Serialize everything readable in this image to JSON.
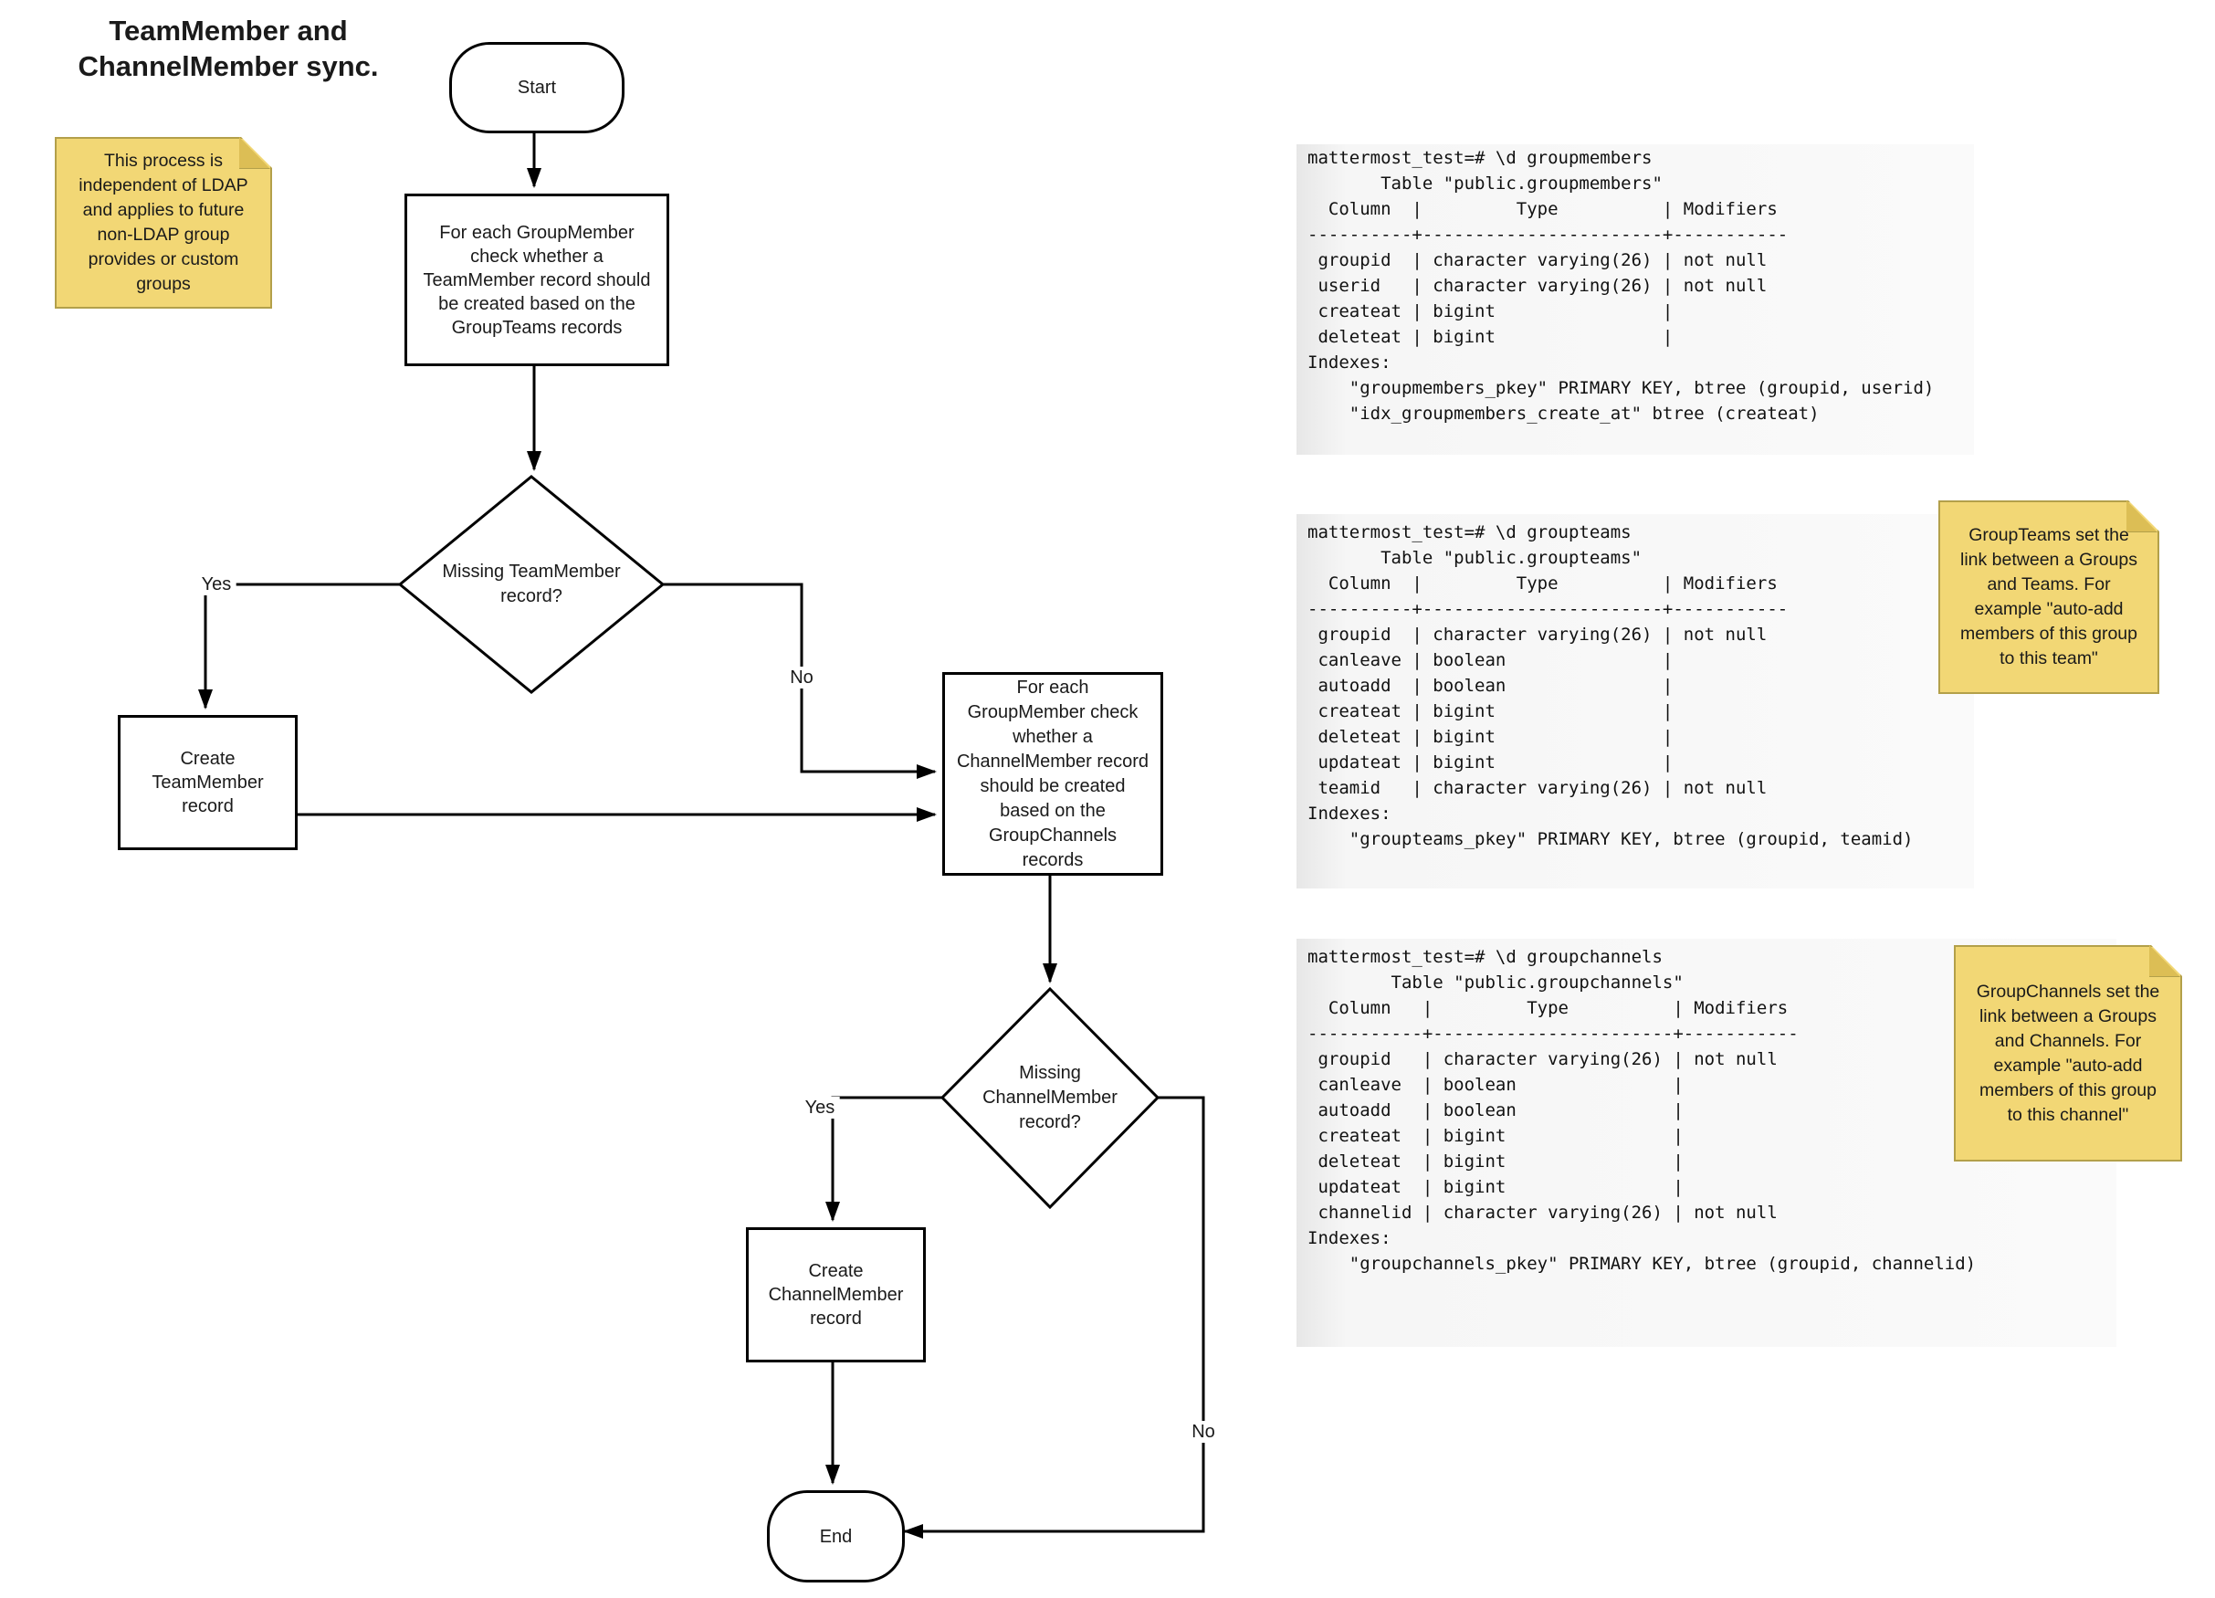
{
  "title": "TeamMember and\nChannelMember sync.",
  "notes": {
    "ldap": "This process is\nindependent of LDAP\nand applies to future\nnon-LDAP group\nprovides or custom\ngroups",
    "groupteams": "GroupTeams set the\nlink between a Groups\nand Teams. For\nexample \"auto-add\nmembers of this group\nto this team\"",
    "groupchannels": "GroupChannels set the\nlink between a Groups\nand Channels. For\nexample \"auto-add\nmembers of this group\nto this channel\""
  },
  "flowchart": {
    "start": "Start",
    "process_teammember": "For each GroupMember\ncheck whether a\nTeamMember record should\nbe created based on the\nGroupTeams records",
    "decision_teammember": "Missing TeamMember\nrecord?",
    "create_teammember": "Create\nTeamMember\nrecord",
    "process_channelmember": "For each\nGroupMember check\nwhether a\nChannelMember record\nshould be created\nbased on the\nGroupChannels\nrecords",
    "decision_channelmember": "Missing\nChannelMember\nrecord?",
    "create_channelmember": "Create\nChannelMember\nrecord",
    "end": "End",
    "labels": {
      "yes1": "Yes",
      "no1": "No",
      "yes2": "Yes",
      "no2": "No"
    }
  },
  "terminals": {
    "groupmembers": {
      "text": "mattermost_test=# \\d groupmembers\n       Table \"public.groupmembers\"\n  Column  |         Type          | Modifiers\n----------+-----------------------+-----------\n groupid  | character varying(26) | not null\n userid   | character varying(26) | not null\n createat | bigint                |\n deleteat | bigint                |\nIndexes:\n    \"groupmembers_pkey\" PRIMARY KEY, btree (groupid, userid)\n    \"idx_groupmembers_create_at\" btree (createat)"
    },
    "groupteams": {
      "text": "mattermost_test=# \\d groupteams\n       Table \"public.groupteams\"\n  Column  |         Type          | Modifiers\n----------+-----------------------+-----------\n groupid  | character varying(26) | not null\n canleave | boolean               |\n autoadd  | boolean               |\n createat | bigint                |\n deleteat | bigint                |\n updateat | bigint                |\n teamid   | character varying(26) | not null\nIndexes:\n    \"groupteams_pkey\" PRIMARY KEY, btree (groupid, teamid)"
    },
    "groupchannels": {
      "text": "mattermost_test=# \\d groupchannels\n        Table \"public.groupchannels\"\n  Column   |         Type          | Modifiers\n-----------+-----------------------+-----------\n groupid   | character varying(26) | not null\n canleave  | boolean               |\n autoadd   | boolean               |\n createat  | bigint                |\n deleteat  | bigint                |\n updateat  | bigint                |\n channelid | character varying(26) | not null\nIndexes:\n    \"groupchannels_pkey\" PRIMARY KEY, btree (groupid, channelid)"
    }
  },
  "colors": {
    "note_fill": "#F2D775",
    "note_fold": "#DCBE55",
    "line": "#000000",
    "code_bg": "#f2f2f2"
  }
}
